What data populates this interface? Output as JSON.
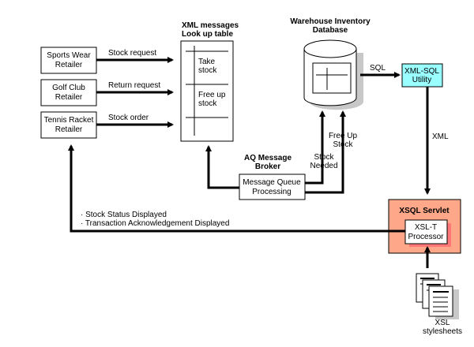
{
  "retailers": [
    {
      "line1": "Sports Wear",
      "line2": "Retailer",
      "arrow_label": "Stock request"
    },
    {
      "line1": "Golf Club",
      "line2": "Retailer",
      "arrow_label": "Return request"
    },
    {
      "line1": "Tennis Racket",
      "line2": "Retailer",
      "arrow_label": "Stock order"
    }
  ],
  "lookup_table": {
    "title1": "XML messages",
    "title2": "Look up table",
    "rows": [
      {
        "line1": "Take",
        "line2": "stock"
      },
      {
        "line1": "Free up",
        "line2": "stock"
      },
      {
        "line1": "",
        "line2": ""
      }
    ]
  },
  "database": {
    "title1": "Warehouse Inventory",
    "title2": "Database"
  },
  "sql_label": "SQL",
  "xml_sql_utility": {
    "line1": "XML-SQL",
    "line2": "Utility",
    "color": "#99ffff"
  },
  "xml_label": "XML",
  "broker": {
    "title1": "AQ Message",
    "title2": "Broker",
    "box_line1": "Message Queue",
    "box_line2": "Processing"
  },
  "stock_needed": {
    "line1": "Stock",
    "line2": "Needed"
  },
  "free_up_stock": {
    "line1": "Free Up",
    "line2": "Stock"
  },
  "xsql_servlet": {
    "title": "XSQL Servlet",
    "processor_line1": "XSL-T",
    "processor_line2": "Processor",
    "color": "#ffa889",
    "shadow_color": "#ff7777"
  },
  "stylesheets": {
    "line1": "XSL",
    "line2": "stylesheets"
  },
  "feedback": {
    "line1": "· Stock Status Displayed",
    "line2": "· Transaction Acknowledgement Displayed"
  }
}
